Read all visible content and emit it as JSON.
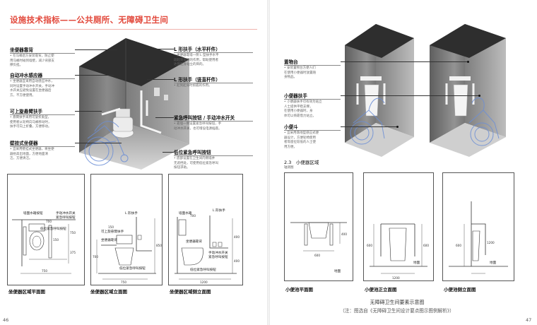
{
  "left_page": {
    "header_title": "设施技术指标——公共厕所、无障碍卫生间",
    "page_number": "46",
    "callouts_left": [
      {
        "title": "坐便器靠背",
        "lines": [
          "• 在马桶后方安装靠背，防止使",
          "用马桶时碰到墙壁，减少背部支",
          "撑负担。"
        ]
      },
      {
        "title": "自动冲水感应器",
        "lines": [
          "• 坐便器宜采用自动感应冲水，",
          "同时设置手动冲水开关，手动冲",
          "水开关应避免设置在坐便器后",
          "方，不方便使用。"
        ]
      },
      {
        "title": "可上旋悬臂扶手",
        "lines": [
          "• 悬臂扶手采用可旋折类型，",
          "使用者从轮椅向马桶移动时，",
          "扶手可向上折叠，方便移动。"
        ]
      },
      {
        "title": "壁挂式坐便器",
        "lines": [
          "• 宜采用壁挂式坐便器，将坐便",
          "器抬高出地面，方便地面清",
          "洁，方便清洁。"
        ]
      }
    ],
    "callouts_right": [
      {
        "title": "L 形扶手（水平杆件）",
        "lines": [
          "• 坐便器靠墙一侧 L 型扶手水平",
          "段起到支撑的作用，帮助使用者",
          "达到起身站立的目的。"
        ]
      },
      {
        "title": "L 形扶手（竖直杆件）",
        "lines": [
          "• 起到起身时抓握的作用。"
        ]
      },
      {
        "title": "紧急呼叫按钮 / 手动冲水开关",
        "lines": [
          "• 靠墙一侧设置紧急呼叫按钮，手",
          "动冲水开关，也可增设电源插座。"
        ]
      },
      {
        "title": "低位紧急呼叫按钮",
        "lines": [
          "• 底部设置在卫生间内侧墙并",
          "无遮挡处，可使用低位紧急呼叫",
          "按钮求助。"
        ]
      }
    ],
    "drawings": [
      {
        "caption": "坐便器区域平面图",
        "labels": {
          "top": "墙面水箱按钮",
          "right_top": "手动冲水开关",
          "right_mid": "紧急呼叫按钮",
          "low": "低位紧急呼叫按钮"
        },
        "dims": [
          "700",
          "150",
          "750",
          "375",
          "750"
        ]
      },
      {
        "caption": "坐便器区域立面图",
        "labels": {
          "top": "L 形扶手",
          "mid1": "可上旋悬臂扶手",
          "mid2": "坐便器靠背",
          "low": "低位紧急呼叫按钮"
        },
        "dims": [
          "150",
          "700",
          "850",
          "750"
        ]
      },
      {
        "caption": "坐便器区域侧立面图",
        "labels": {
          "top": "墙面水箱",
          "right_top": "L 形扶手",
          "mid1": "坐便器靠背",
          "mid2": "手动冲水开关",
          "mid3": "紧急呼叫按钮",
          "low": "低位紧急呼叫按钮"
        },
        "dims": [
          "700",
          "400",
          "1200",
          "400"
        ]
      }
    ]
  },
  "right_page": {
    "page_number": "47",
    "callouts": [
      {
        "title": "置物台",
        "lines": [
          "• 安装置物台方便人们",
          "在使用小便器时放置随",
          "身物品。"
        ]
      },
      {
        "title": "小便器扶手",
        "lines": [
          "• 小便器扶手可有效为站立",
          "人士提供平稳支撑，",
          "在使用小便器时，身",
          "体可以倚靠借力站立。"
        ]
      },
      {
        "title": "小便斗",
        "lines": [
          "• 宜采用落地型感应式便",
          "器设计，方便轮椅使用",
          "者等座位较低的人士使",
          "用方便。"
        ]
      }
    ],
    "section_heading": "2.3　小便器区域",
    "section_sub": "轴测图",
    "drawings": [
      {
        "caption": "小便池平面图",
        "labels": {
          "bottom": "地面"
        },
        "dims": [
          "600",
          "400"
        ]
      },
      {
        "caption": "小便池正立面图",
        "labels": {
          "bottom": "地面"
        },
        "dims": [
          "600",
          "600",
          "1200"
        ]
      },
      {
        "caption": "小便池侧立面图",
        "labels": {
          "bottom": "地面"
        },
        "dims": [
          "600",
          "1200"
        ]
      }
    ],
    "footer_line1": "无障碍卫生间要素示意图",
    "footer_line2": "（注：图选自《无障碍卫生间设计要点图示图例解析》）"
  },
  "colors": {
    "accent_red": "#e2483b",
    "sketch_blue": "#6b8ed6",
    "dark_room": "#3a3a3a"
  }
}
